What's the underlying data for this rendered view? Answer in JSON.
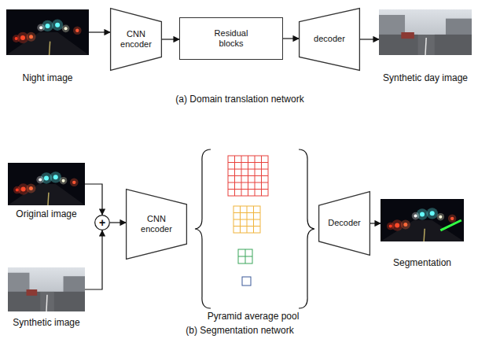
{
  "diagram": {
    "nodes": [
      {
        "text": [
          "Night image"
        ]
      },
      {
        "text": [
          "CNN encoder"
        ]
      },
      {
        "text": [
          "Residual blocks"
        ]
      },
      {
        "text": [
          "decoder"
        ]
      },
      {
        "text": [
          "Synthetic day image"
        ]
      },
      {
        "text": [
          "Original image"
        ]
      },
      {
        "text": [
          "+"
        ]
      },
      {
        "text": [
          "Synthetic image"
        ]
      },
      {
        "text": [
          "CNN encoder"
        ]
      },
      {
        "text": [
          "Decoder"
        ]
      },
      {
        "text": [
          "Segmentation"
        ]
      }
    ],
    "edges": [
      {
        "from": 0,
        "to": 1,
        "arrow": "to"
      },
      {
        "from": 1,
        "to": 2,
        "arrow": "to"
      },
      {
        "from": 2,
        "to": 3,
        "arrow": "to"
      },
      {
        "from": 3,
        "to": 4,
        "arrow": "to"
      },
      {
        "from": 5,
        "to": 6,
        "arrow": "to"
      },
      {
        "from": 7,
        "to": 6,
        "arrow": "to"
      },
      {
        "from": 6,
        "to": 8,
        "arrow": "to"
      },
      {
        "from": 9,
        "to": 10,
        "arrow": "to"
      }
    ],
    "labels": [
      "(a) Domain translation network",
      "Pyramid average pool",
      "(b) Segmentation network"
    ]
  }
}
